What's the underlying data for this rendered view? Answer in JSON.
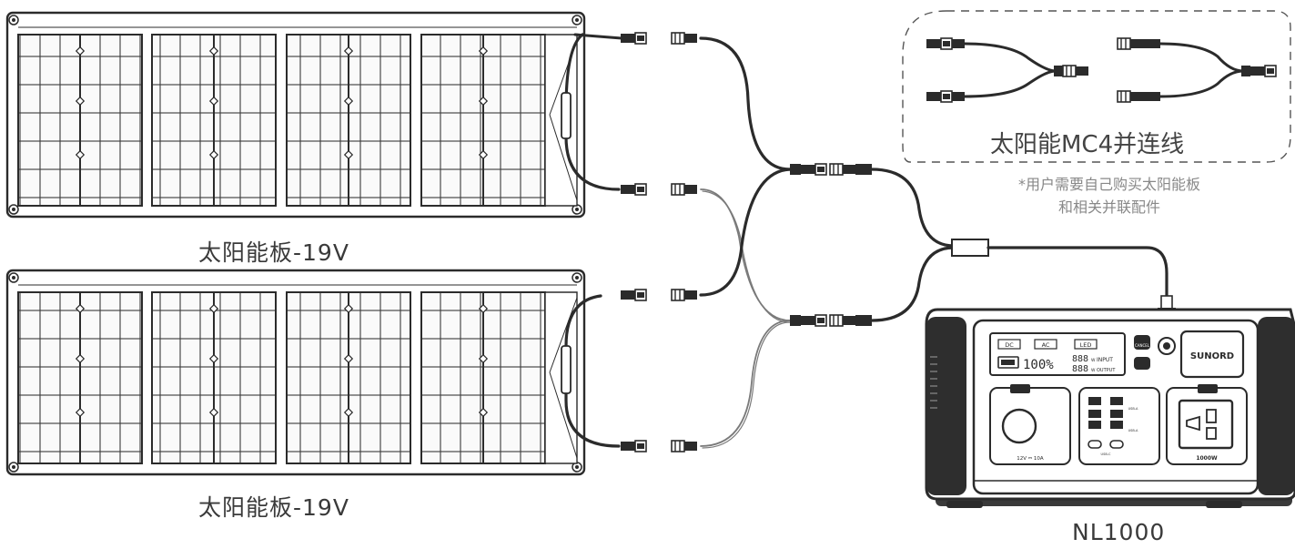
{
  "panels": [
    {
      "label": "太阳能板-19V"
    },
    {
      "label": "太阳能板-19V"
    }
  ],
  "cable": {
    "title": "太阳能MC4并连线",
    "note_line1": "*用户需要自己购买太阳能板",
    "note_line2": "和相关并联配件"
  },
  "station": {
    "model": "NL1000",
    "brand": "SUNORD",
    "lcd": {
      "dc": "DC",
      "ac": "AC",
      "led": "LED",
      "percent": "100%",
      "input_value": "888",
      "input_unit": "W",
      "input_label": "INPUT",
      "output_value": "888",
      "output_unit": "W",
      "output_label": "OUTPUT"
    },
    "dc_port_label": "12V ⎓ 10A",
    "ac_power_label": "1000W",
    "usb_a_label": "USB-A",
    "usb_c_label": "USB-C",
    "cancel_label": "CANCEL"
  }
}
